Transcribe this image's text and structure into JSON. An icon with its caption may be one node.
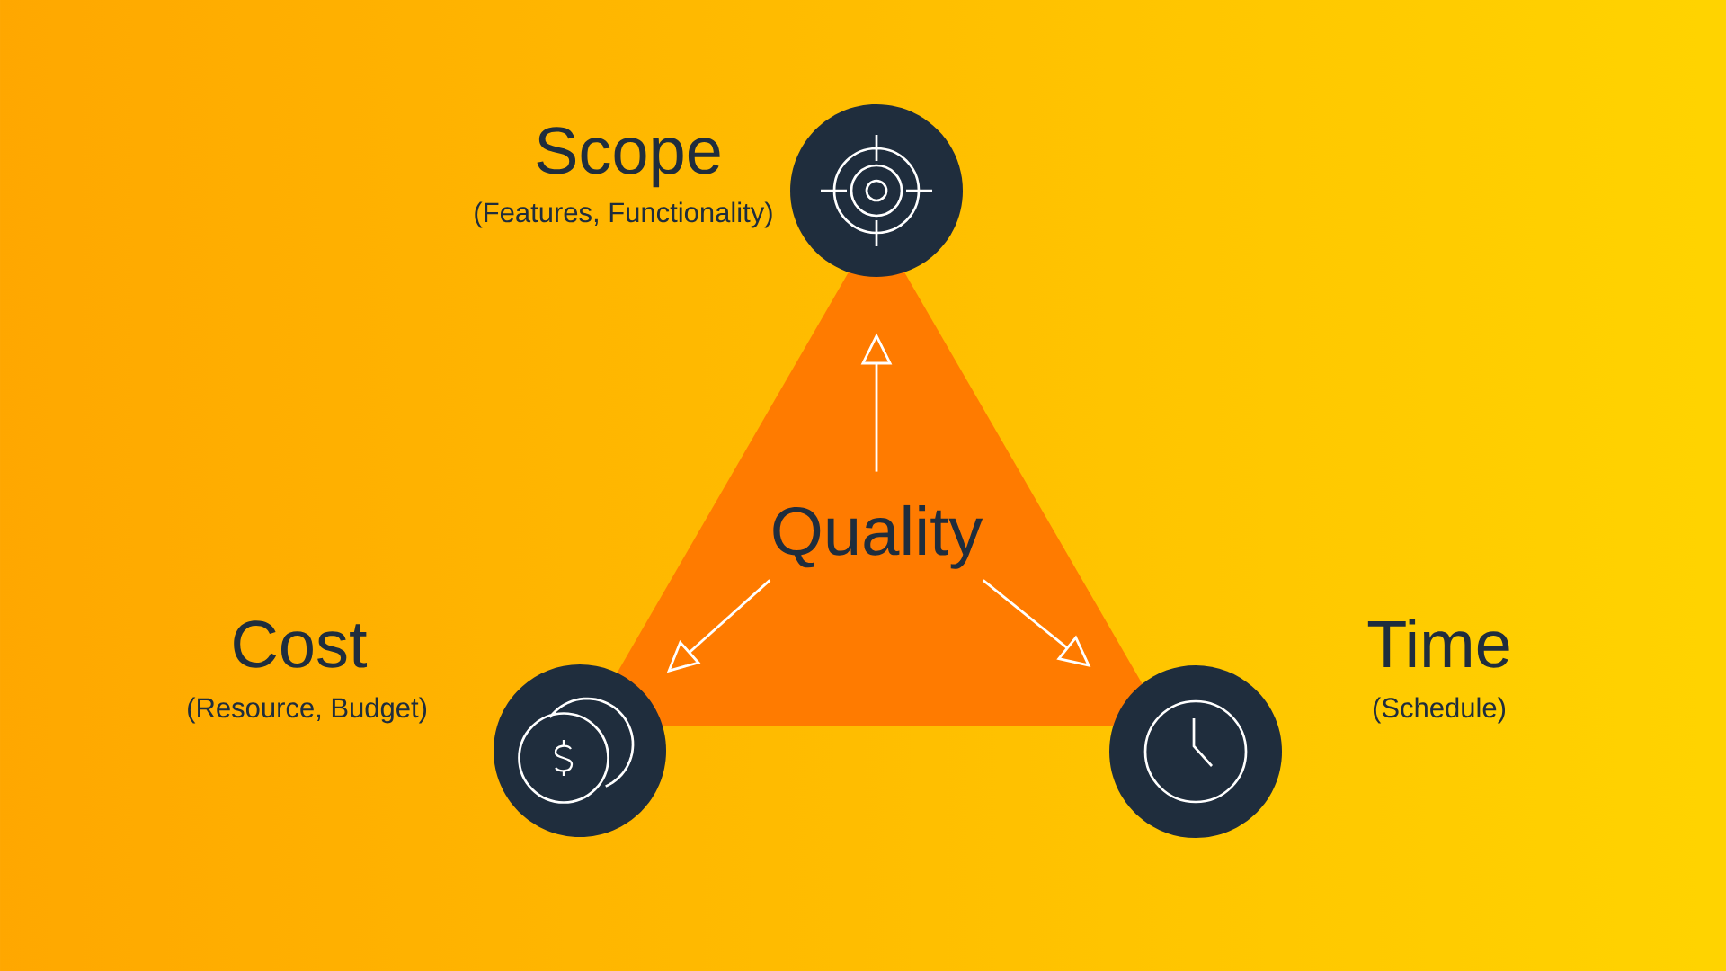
{
  "diagram": {
    "nodes": [
      {
        "text": [
          "Scope",
          "(Features, Functionality)"
        ]
      },
      {
        "text": [
          "Quality"
        ]
      },
      {
        "text": [
          "Cost",
          "(Resource, Budget)"
        ]
      },
      {
        "text": [
          "Time",
          "(Schedule)"
        ]
      }
    ],
    "edges": [
      {
        "from": 1,
        "to": 0,
        "arrow": "to"
      },
      {
        "from": 1,
        "to": 2,
        "arrow": "to"
      },
      {
        "from": 1,
        "to": 3,
        "arrow": "to"
      }
    ]
  }
}
